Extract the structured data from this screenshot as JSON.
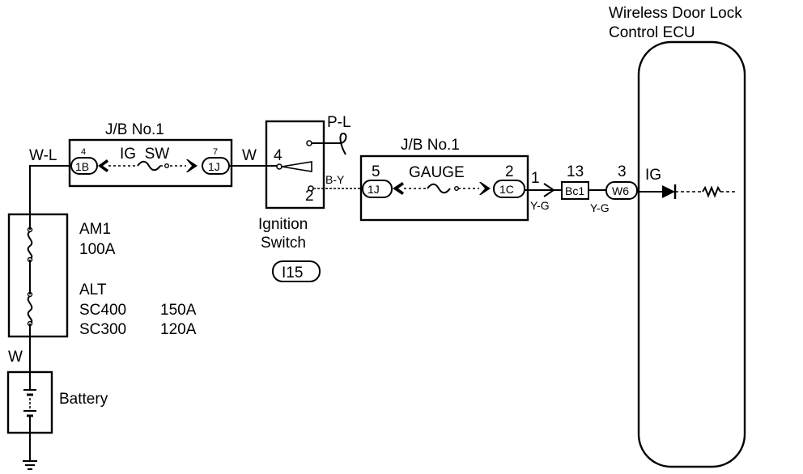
{
  "ecu": {
    "title_line1": "Wireless Door Lock",
    "title_line2": "Control ECU",
    "terminal_label": "IG"
  },
  "jb_left": {
    "title": "J/B No.1",
    "circuit_label": "IG  SW",
    "pin_in": "4",
    "conn_in": "1B",
    "pin_out": "7",
    "conn_out": "1J"
  },
  "jb_right": {
    "title": "J/B No.1",
    "circuit_label": "GAUGE",
    "pin_in": "5",
    "conn_in": "1J",
    "pin_out": "2",
    "conn_out": "1C"
  },
  "ignition_switch": {
    "name_line1": "Ignition",
    "name_line2": "Switch",
    "code": "I15",
    "pin_in": "4",
    "pin_out": "2",
    "wire_pl": "P-L"
  },
  "fuses": {
    "am1_name": "AM1",
    "am1_rating": "100A",
    "alt_name": "ALT",
    "alt_row1_model": "SC400",
    "alt_row1_rating": "150A",
    "alt_row2_model": "SC300",
    "alt_row2_rating": "120A"
  },
  "battery": {
    "label": "Battery"
  },
  "wires": {
    "wl": "W-L",
    "w_top": "W",
    "w_battery": "W",
    "by": "B-Y",
    "yg1": "Y-G",
    "yg2": "Y-G"
  },
  "connectors": {
    "bc1_pin": "13",
    "bc1_code": "Bc1",
    "w6_pin": "3",
    "w6_code": "W6",
    "jb_out_pin": "1"
  }
}
